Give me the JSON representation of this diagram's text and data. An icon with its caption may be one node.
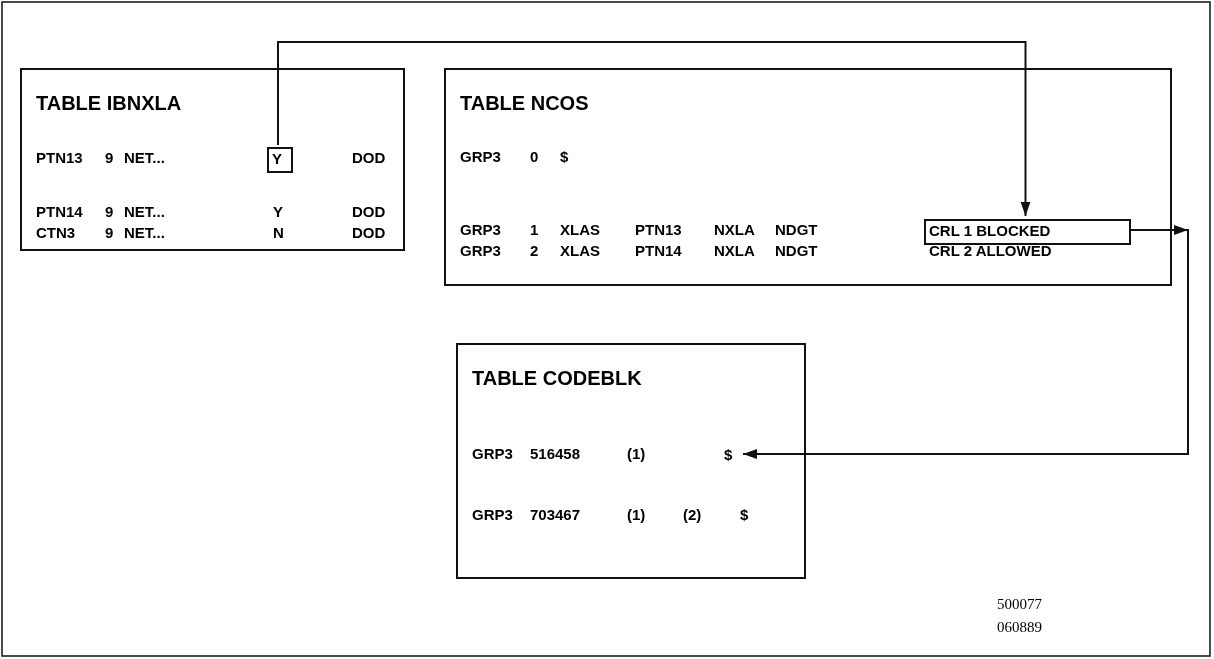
{
  "diagram": {
    "nodes": [
      {
        "text": [
          "TABLE IBNXLA"
        ]
      },
      {
        "text": [
          "Y"
        ],
        "in": 0
      },
      {
        "text": [
          "TABLE NCOS"
        ]
      },
      {
        "text": [
          "CRL 1 BLOCKED"
        ],
        "in": 2
      },
      {
        "text": [
          "TABLE CODEBLK"
        ]
      },
      {
        "text": [
          "$"
        ],
        "in": 4
      }
    ],
    "edges": [
      {
        "from": 1,
        "to": 3,
        "arrow": "to"
      },
      {
        "from": 3,
        "to": 5,
        "arrow": "to"
      }
    ],
    "labels": [
      "PTN13",
      "9",
      "NET...",
      "DOD",
      "PTN14",
      "9",
      "NET...",
      "Y",
      "DOD",
      "CTN3",
      "9",
      "NET...",
      "N",
      "DOD",
      "GRP3",
      "0",
      "$",
      "GRP3",
      "1",
      "XLAS",
      "PTN13",
      "NXLA",
      "NDGT",
      "GRP3",
      "2",
      "XLAS",
      "PTN14",
      "NXLA",
      "NDGT",
      "CRL 2 ALLOWED",
      "GRP3",
      "516458",
      "(1)",
      "GRP3",
      "703467",
      "(1)",
      "(2)",
      "$",
      "500077",
      "060889"
    ]
  }
}
